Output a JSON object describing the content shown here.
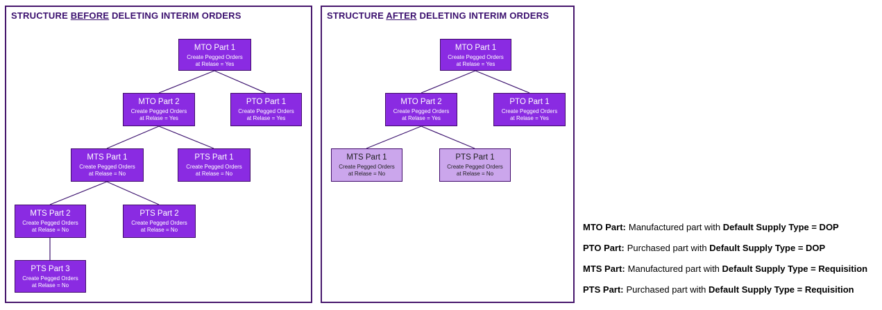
{
  "colors": {
    "box_fill": "#8A2BE2",
    "box_border": "#400B69",
    "light_fill": "#CBA6EC",
    "light_text": "#1E1E1E",
    "panel_border": "#46166C",
    "title_color": "#3A0F6E",
    "edge_color": "#3B116E",
    "legend_color": "#000000",
    "page_bg": "#FFFFFF"
  },
  "panels": {
    "before": {
      "title_pre": "STRUCTURE ",
      "title_underlined": "BEFORE",
      "title_post": " DELETING INTERIM ORDERS",
      "nodes": [
        {
          "title": "MTO Part 1",
          "sub1": "Create Pegged Orders",
          "sub2": "at Relase = Yes"
        },
        {
          "title": "MTO Part 2",
          "sub1": "Create Pegged Orders",
          "sub2": "at Relase = Yes"
        },
        {
          "title": "PTO Part 1",
          "sub1": "Create Pegged Orders",
          "sub2": "at Relase = Yes"
        },
        {
          "title": "MTS Part 1",
          "sub1": "Create Pegged Orders",
          "sub2": "at Relase = No"
        },
        {
          "title": "PTS Part 1",
          "sub1": "Create Pegged Orders",
          "sub2": "at Relase = No"
        },
        {
          "title": "MTS Part 2",
          "sub1": "Create Pegged Orders",
          "sub2": "at Relase = No"
        },
        {
          "title": "PTS Part 2",
          "sub1": "Create Pegged Orders",
          "sub2": "at Relase = No"
        },
        {
          "title": "PTS Part 3",
          "sub1": "Create Pegged Orders",
          "sub2": "at Relase = No"
        }
      ]
    },
    "after": {
      "title_pre": "STRUCTURE ",
      "title_underlined": "AFTER",
      "title_post": " DELETING INTERIM ORDERS",
      "nodes": [
        {
          "title": "MTO Part 1",
          "sub1": "Create Pegged Orders",
          "sub2": "at Relase = Yes"
        },
        {
          "title": "MTO Part 2",
          "sub1": "Create Pegged Orders",
          "sub2": "at Relase = Yes"
        },
        {
          "title": "PTO Part 1",
          "sub1": "Create Pegged Orders",
          "sub2": "at Relase = Yes"
        },
        {
          "title": "MTS Part 1",
          "sub1": "Create Pegged Orders",
          "sub2": "at Relase = No"
        },
        {
          "title": "PTS Part 1",
          "sub1": "Create Pegged Orders",
          "sub2": "at Relase = No"
        }
      ]
    }
  },
  "legend": {
    "items": [
      {
        "term": "MTO Part:",
        "middle": "Manufactured part with ",
        "bold": "Default Supply Type = DOP"
      },
      {
        "term": "PTO Part:",
        "middle": "Purchased part with ",
        "bold": "Default Supply Type = DOP"
      },
      {
        "term": "MTS Part:",
        "middle": "Manufactured part with ",
        "bold": "Default Supply Type = Requisition"
      },
      {
        "term": "PTS Part:",
        "middle": "Purchased part with ",
        "bold": "Default Supply Type = Requisition"
      }
    ]
  }
}
